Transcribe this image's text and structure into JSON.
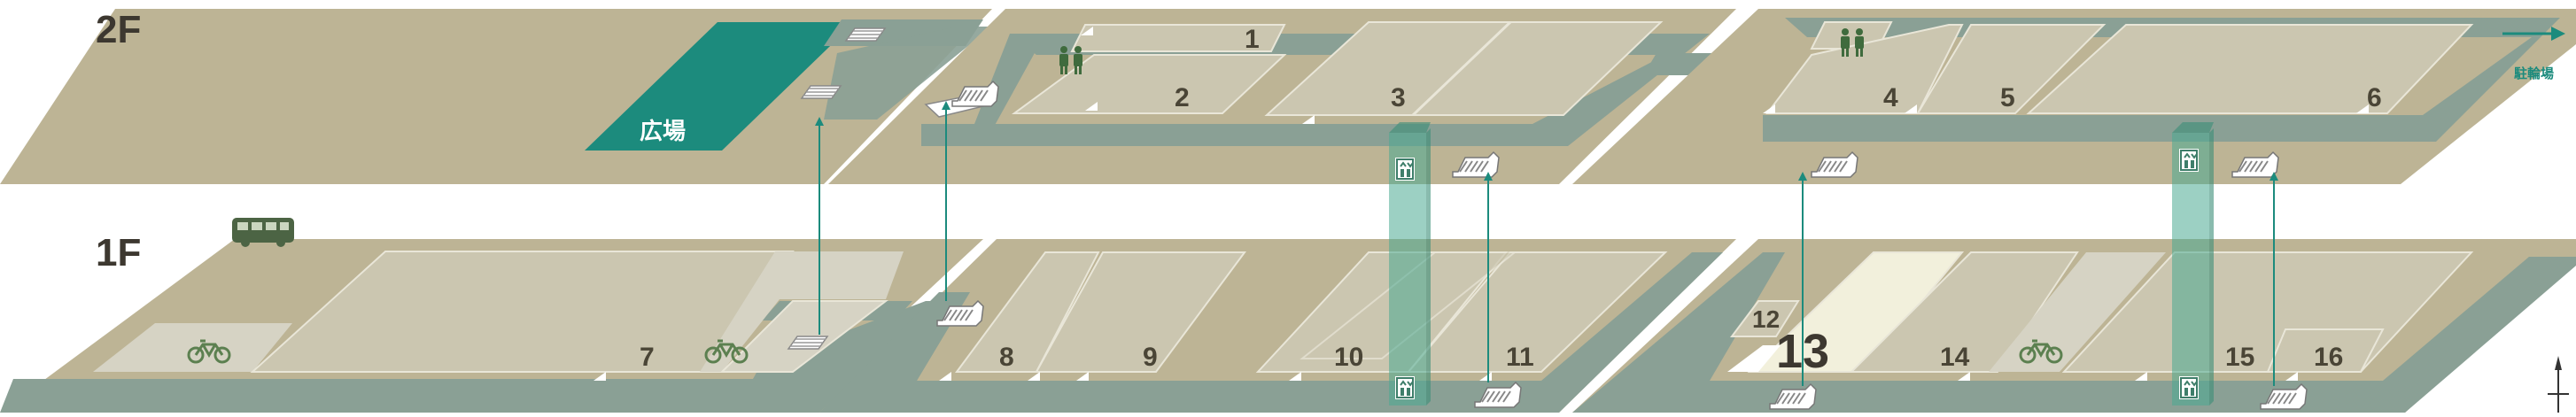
{
  "floors": [
    {
      "id": "2F",
      "label": "2F"
    },
    {
      "id": "1F",
      "label": "1F"
    }
  ],
  "plaza": {
    "label": "広場"
  },
  "bicycle_parking_link": {
    "label": "駐輪場"
  },
  "areas": [
    "1",
    "2",
    "3",
    "4",
    "5",
    "6",
    "7",
    "8",
    "9",
    "10",
    "11",
    "12",
    "13",
    "14",
    "15",
    "16"
  ],
  "highlighted_area": "13",
  "colors": {
    "floor_base": "#bdb495",
    "corridor": "#8aa095",
    "block": "#cbc6b0",
    "block_light": "#d6d3c4",
    "block_cream": "#f2f0dc",
    "accent_teal": "#1c8b7d",
    "elevator_glass": "#4aa991",
    "label_text": "#4a4536",
    "bus": "#4c6444",
    "bike": "#5c8050",
    "restroom": "#3f6b3d"
  },
  "icons": {
    "bus": "bus-icon",
    "bicycle": "bicycle-icon",
    "restroom": "restroom-icon",
    "elevator": "elevator-icon",
    "escalator": "escalator-icon",
    "stairs": "stairs-icon",
    "arrow": "arrow-right-icon",
    "compass": "north-arrow-icon"
  }
}
